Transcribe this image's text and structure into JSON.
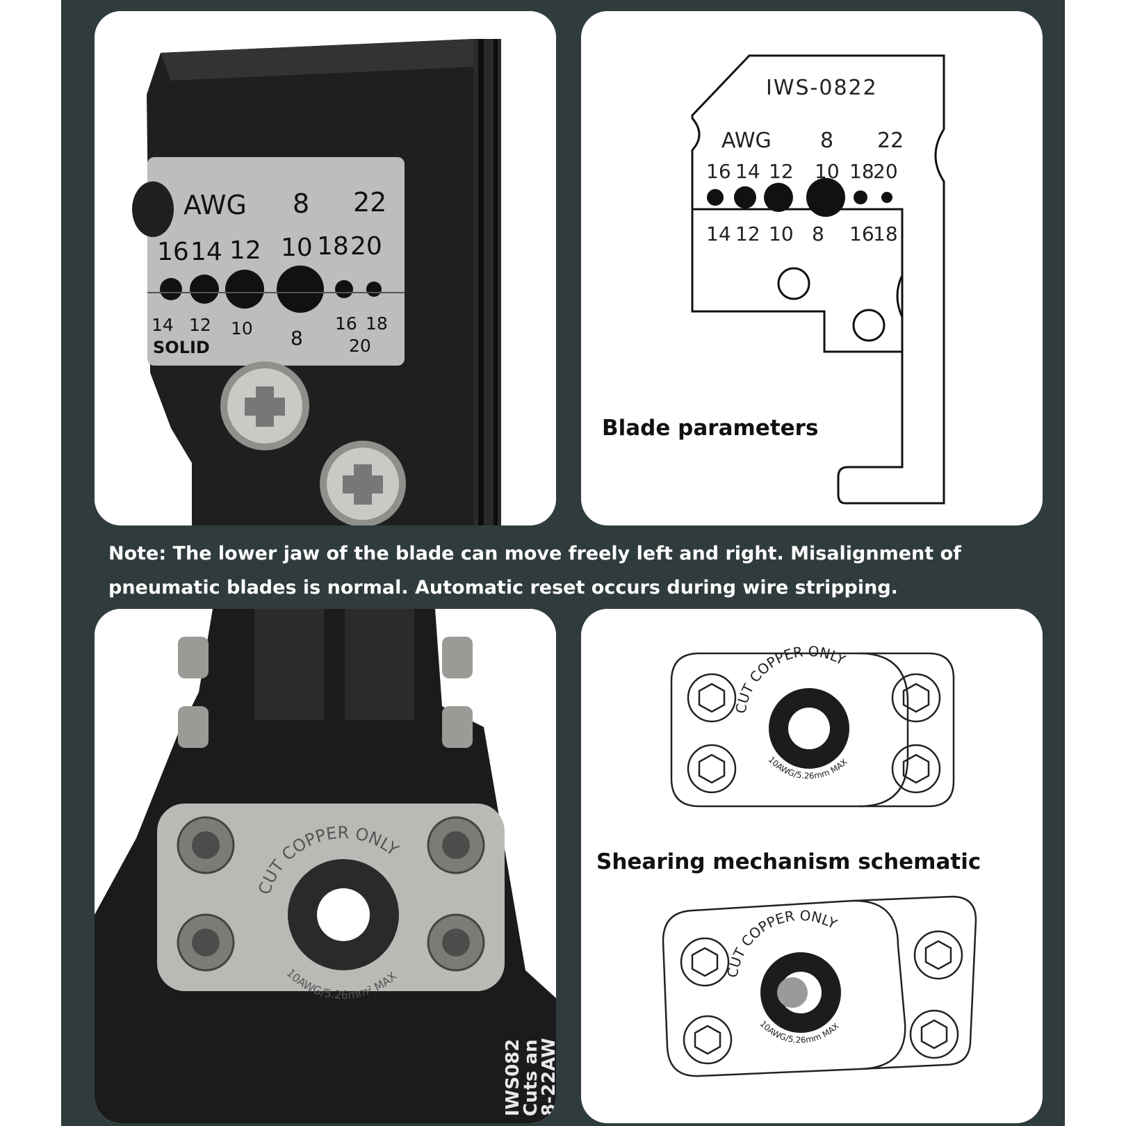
{
  "photo_blade": {
    "awg": "AWG",
    "t8": "8",
    "t22": "22",
    "r1": [
      "16",
      "14",
      "12",
      "10",
      "18",
      "20"
    ],
    "b1": [
      "14",
      "12",
      "10",
      "8",
      "16",
      "18"
    ],
    "solid": "SOLID",
    "b20": "20"
  },
  "blade_diagram": {
    "model": "IWS-0822",
    "awg": "AWG",
    "t8": "8",
    "t22": "22",
    "upper": [
      "16",
      "14",
      "12",
      "10",
      "18",
      "20"
    ],
    "lower": [
      "14",
      "12",
      "10",
      "8",
      "16",
      "18"
    ],
    "caption": "Blade parameters"
  },
  "note": "Note: The lower jaw of the blade can move freely left and right. Misalignment of pneumatic blades is normal. Automatic reset occurs during wire stripping.",
  "photo_shear": {
    "plate_top": "CUT COPPER ONLY",
    "plate_bottom": "10AWG/5.26mm² MAX",
    "side_lines": [
      "IWS082",
      "Cuts an",
      "8-22AW"
    ]
  },
  "shear_diagram": {
    "plate_top": "CUT COPPER ONLY",
    "plate_bottom": "10AWG/5.26mm MAX",
    "caption": "Shearing mechanism schematic"
  },
  "colors": {
    "board": "#2f3b3c",
    "panel": "#ffffff",
    "tool_dark": "#1a1a1a",
    "steel": "#b9b9b6"
  }
}
